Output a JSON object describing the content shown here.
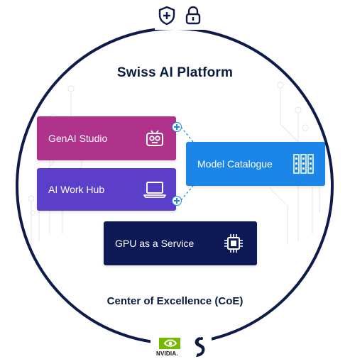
{
  "title": "Swiss AI Platform",
  "footer": "Center of Excellence (CoE)",
  "cards": {
    "genai": {
      "label": "GenAI Studio",
      "icon": "robot-icon",
      "color": "#b0338b"
    },
    "workhub": {
      "label": "AI Work Hub",
      "icon": "laptop-icon",
      "color": "#5b3fc9"
    },
    "model": {
      "label": "Model Catalogue",
      "icon": "catalogue-grid-icon",
      "color": "#1c86e8"
    },
    "gpu": {
      "label": "GPU as a Service",
      "icon": "chip-icon",
      "color": "#0d1a55"
    }
  },
  "top_icons": [
    "shield-plus-icon",
    "padlock-icon"
  ],
  "bottom_logos": {
    "nvidia": "NVIDIA.",
    "second": "swisscom-logo"
  }
}
